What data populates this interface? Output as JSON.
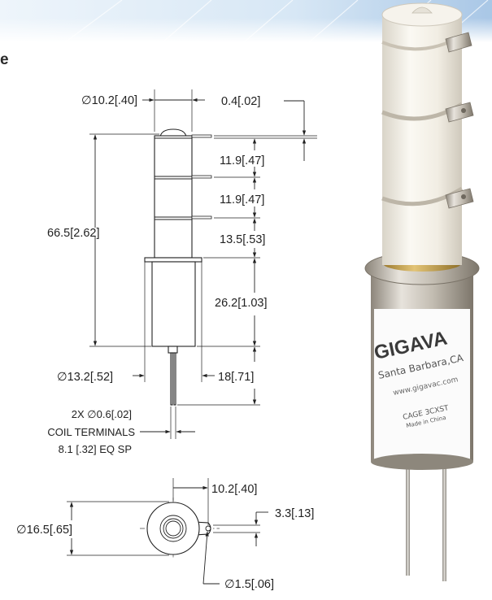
{
  "header": {
    "cut_heading_letter": "e"
  },
  "side_view": {
    "top_diameter": "∅10.2[.40]",
    "tab_thickness": "0.4[.02]",
    "overall_height": "66.5[2.62]",
    "spacing_1": "11.9[.47]",
    "spacing_2": "11.9[.47]",
    "spacing_3": "13.5[.53]",
    "can_height": "26.2[1.03]",
    "flange_diameter": "∅13.2[.52]",
    "pin_length": "18[.71]",
    "coil_terminals_line1": "2X ∅0.6[.02]",
    "coil_terminals_line2": "COIL TERMINALS",
    "coil_terminals_line3": "8.1 [.32] EQ SP"
  },
  "bottom_view": {
    "center_offset": "10.2[.40]",
    "tab_offset": "3.3[.13]",
    "outer_diameter": "∅16.5[.65]",
    "hole_diameter": "∅1.5[.06]"
  },
  "photo": {
    "brand_text": "GIGAVA",
    "location_text": "Santa Barbara,CA",
    "website_text": "www.gigavac.com",
    "model_text": "CAGE 3CXST",
    "origin_text": "Made in China"
  },
  "colors": {
    "banner_light": "#e6f0f9",
    "banner_dark": "#a9c7e6",
    "line": "#222222",
    "ceramic": "#f2efe6",
    "metal": "#b9b3a8",
    "gold": "#c9a24a",
    "label": "#ffffff",
    "brand": "#3a3a3a"
  }
}
